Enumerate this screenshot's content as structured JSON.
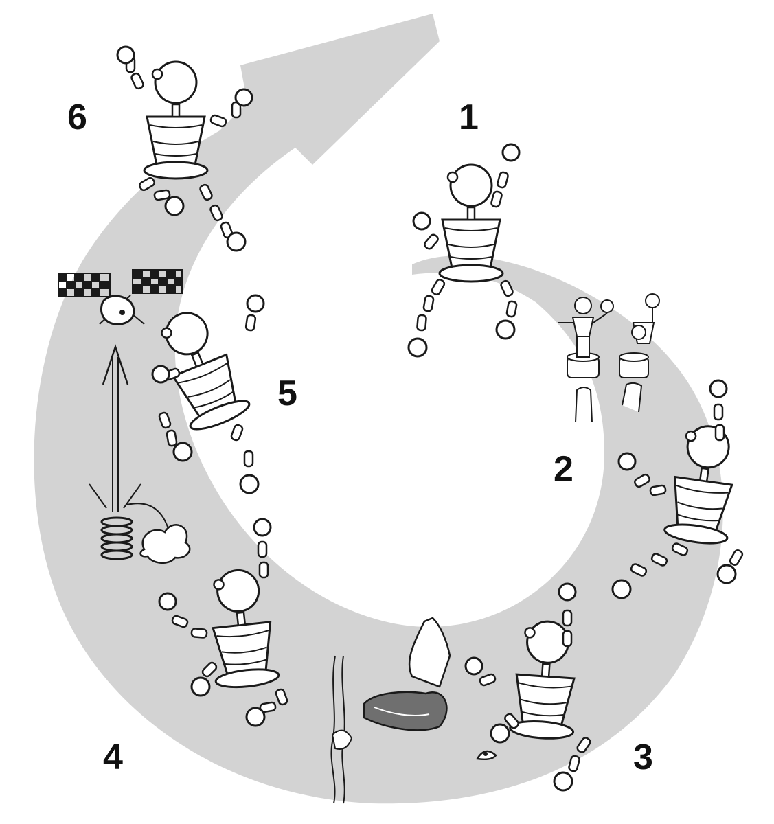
{
  "diagram": {
    "colors": {
      "arrow": "#d3d3d3",
      "ink": "#1a1a1a",
      "paper": "#ffffff",
      "shade": "#8a8a8a"
    },
    "steps": [
      {
        "label": "1"
      },
      {
        "label": "2"
      },
      {
        "label": "3"
      },
      {
        "label": "4"
      },
      {
        "label": "5"
      },
      {
        "label": "6"
      }
    ],
    "icons": [
      "cycle-arrow-icon",
      "wooden-climber-figure-icon",
      "push-puppet-toy-icon",
      "finger-press-icon",
      "climbing-shoe-icon",
      "rock-crack-icon",
      "small-climbing-hold-icon",
      "coil-spring-icon",
      "dust-cloud-icon",
      "upward-arrow-icon",
      "checkered-flags-icon",
      "finish-hold-icon"
    ]
  }
}
